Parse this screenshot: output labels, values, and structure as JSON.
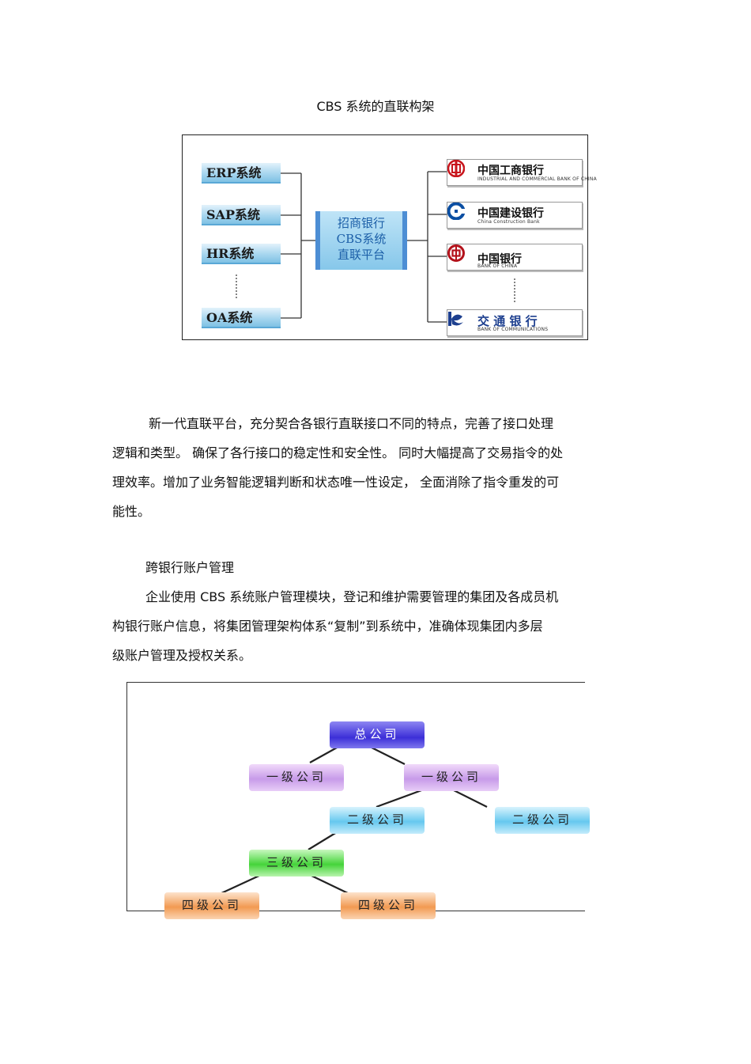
{
  "title": "CBS 系统的直联构架",
  "figure1": {
    "systems": [
      "ERP系统",
      "SAP系统",
      "HR系统",
      "OA系统"
    ],
    "platform_lines": [
      "招商银行",
      "CBS系统",
      "直联平台"
    ],
    "banks": [
      {
        "name": "中国工商银行",
        "sub": "INDUSTRIAL AND COMMERCIAL BANK OF CHINA",
        "color": "#c8161d",
        "icon": "icbc-logo-icon"
      },
      {
        "name": "中国建设银行",
        "sub": "China Construction Bank",
        "color": "#0a4ea2",
        "icon": "ccb-logo-icon"
      },
      {
        "name": "中国银行",
        "sub": "BANK OF CHINA",
        "color": "#b3121b",
        "icon": "boc-logo-icon"
      },
      {
        "name": "交 通 银 行",
        "sub": "BANK OF COMMUNICATIONS",
        "color": "#1d3f8f",
        "icon": "bocom-logo-icon"
      }
    ]
  },
  "paragraph1": [
    "新一代直联平台，充分契合各银行直联接口不同的特点，完善了接口处理",
    "逻辑和类型。 确保了各行接口的稳定性和安全性。    同时大幅提高了交易指令的处",
    "理效率。增加了业务智能逻辑判断和状态唯一性设定，      全面消除了指令重发的可",
    "能性。"
  ],
  "section_heading": "跨银行账户管理",
  "paragraph2": [
    "企业使用  CBS 系统账户管理模块，登记和维护需要管理的集团及各成员机",
    "构银行账户信息，将集团管理架构体系“复制”到系统中，准确体现集团内多层",
    "级账户管理及授权关系。"
  ],
  "figure2": {
    "head": "总公司",
    "level1": [
      "一级公司",
      "一级公司"
    ],
    "level2": [
      "二级公司",
      "二级公司"
    ],
    "level3": "三级公司",
    "level4": [
      "四级公司",
      "四级公司"
    ]
  }
}
